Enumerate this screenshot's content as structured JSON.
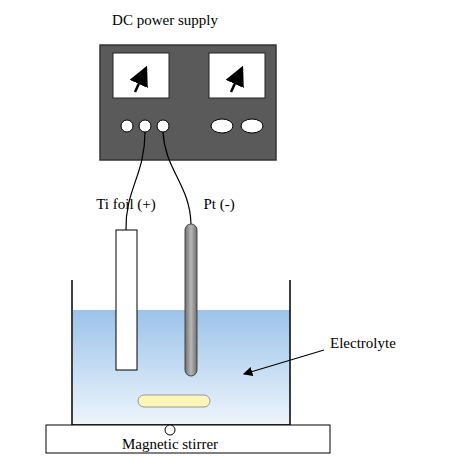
{
  "diagram": {
    "labels": [
      "DC power supply",
      "Ti foil (+)",
      "Pt (-)",
      "Electrolyte",
      "Magnetic stirrer"
    ]
  }
}
